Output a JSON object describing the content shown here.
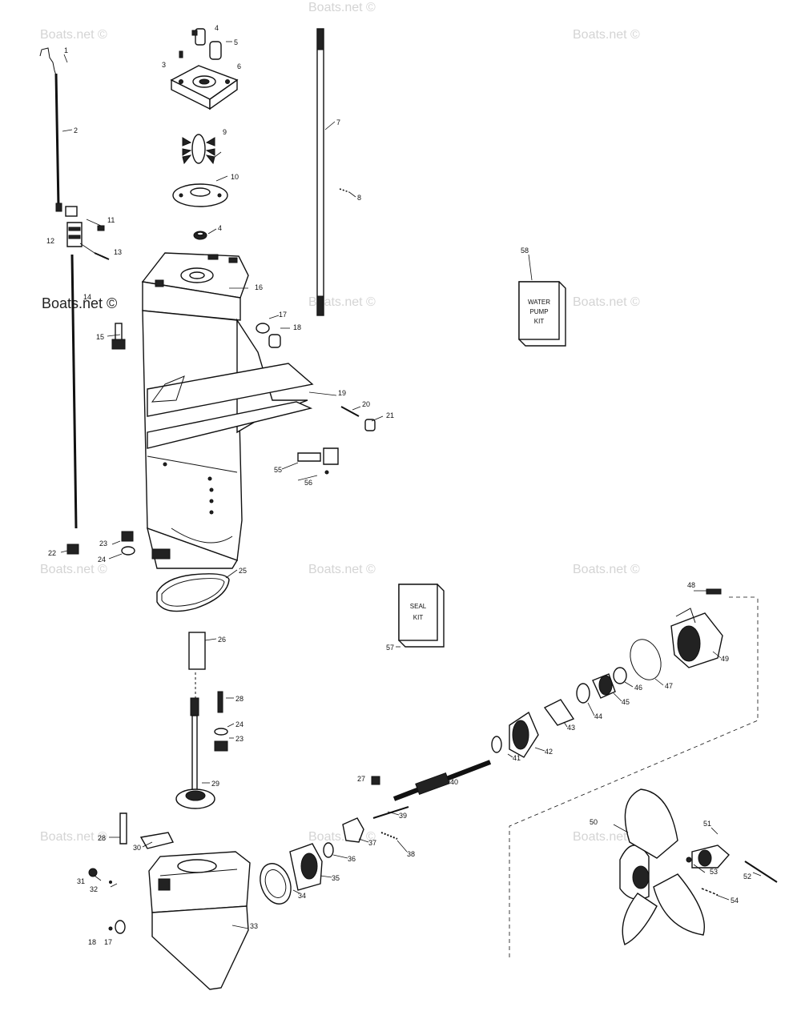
{
  "watermark": "Boats.net ©",
  "kits": {
    "water_pump": [
      "WATER",
      "PUMP",
      "KIT"
    ],
    "seal": [
      "SEAL",
      "KIT"
    ]
  },
  "callouts": {
    "c1": "1",
    "c2": "2",
    "c3": "3",
    "c4a": "4",
    "c4b": "4",
    "c5": "5",
    "c6": "6",
    "c7": "7",
    "c8": "8",
    "c9": "9",
    "c10": "10",
    "c11": "11",
    "c12": "12",
    "c13": "13",
    "c14": "14",
    "c15": "15",
    "c16": "16",
    "c17a": "17",
    "c17b": "17",
    "c18a": "18",
    "c18b": "18",
    "c19": "19",
    "c20": "20",
    "c21": "21",
    "c22": "22",
    "c23a": "23",
    "c23b": "23",
    "c24a": "24",
    "c24b": "24",
    "c25": "25",
    "c26": "26",
    "c27": "27",
    "c28a": "28",
    "c28b": "28",
    "c29": "29",
    "c30": "30",
    "c31": "31",
    "c32": "32",
    "c33": "33",
    "c34": "34",
    "c35": "35",
    "c36": "36",
    "c37": "37",
    "c38": "38",
    "c39": "39",
    "c40": "40",
    "c41": "41",
    "c42": "42",
    "c43": "43",
    "c44": "44",
    "c45": "45",
    "c46": "46",
    "c47": "47",
    "c48": "48",
    "c49": "49",
    "c50": "50",
    "c51": "51",
    "c52": "52",
    "c53": "53",
    "c54": "54",
    "c55": "55",
    "c56": "56",
    "c57": "57",
    "c58": "58"
  }
}
